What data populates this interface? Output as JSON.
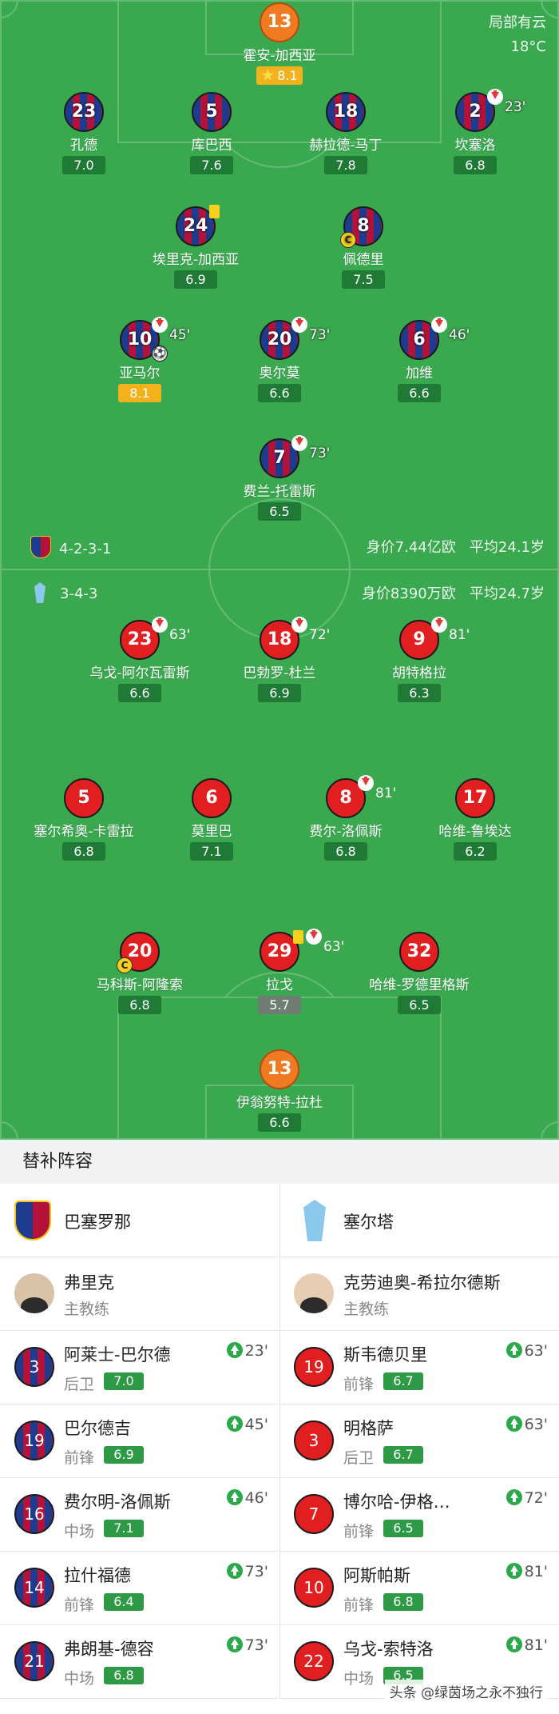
{
  "weather": {
    "line1": "局部有云",
    "line2": "18°C"
  },
  "home": {
    "formation": "4-2-3-1",
    "value": "身价7.44亿欧",
    "avg_age": "平均24.1岁",
    "players": [
      {
        "num": "13",
        "name": "霍安-加西亚",
        "rating": "8.1",
        "rating_style": "gold-star"
      },
      {
        "num": "23",
        "name": "孔德",
        "rating": "7.0"
      },
      {
        "num": "5",
        "name": "库巴西",
        "rating": "7.6"
      },
      {
        "num": "18",
        "name": "赫拉德-马丁",
        "rating": "7.8"
      },
      {
        "num": "2",
        "name": "坎塞洛",
        "rating": "6.8",
        "sub_out": "23'"
      },
      {
        "num": "24",
        "name": "埃里克-加西亚",
        "rating": "6.9",
        "yellow": true
      },
      {
        "num": "8",
        "name": "佩德里",
        "rating": "7.5",
        "captain": "C"
      },
      {
        "num": "10",
        "name": "亚马尔",
        "rating": "8.1",
        "sub_out": "45'",
        "goal": "⚽",
        "rating_style": "gold"
      },
      {
        "num": "20",
        "name": "奥尔莫",
        "rating": "6.6",
        "sub_out": "73'"
      },
      {
        "num": "6",
        "name": "加维",
        "rating": "6.6",
        "sub_out": "46'"
      },
      {
        "num": "7",
        "name": "费兰-托雷斯",
        "rating": "6.5",
        "sub_out": "73'"
      }
    ]
  },
  "away": {
    "formation": "3-4-3",
    "value": "身价8390万欧",
    "avg_age": "平均24.7岁",
    "players": [
      {
        "num": "23",
        "name": "乌戈-阿尔瓦雷斯",
        "rating": "6.6",
        "sub_out": "63'"
      },
      {
        "num": "18",
        "name": "巴勃罗-杜兰",
        "rating": "6.9",
        "sub_out": "72'"
      },
      {
        "num": "9",
        "name": "胡特格拉",
        "rating": "6.3",
        "sub_out": "81'"
      },
      {
        "num": "5",
        "name": "塞尔希奥-卡雷拉",
        "rating": "6.8"
      },
      {
        "num": "6",
        "name": "莫里巴",
        "rating": "7.1"
      },
      {
        "num": "8",
        "name": "费尔-洛佩斯",
        "rating": "6.8",
        "sub_out": "81'"
      },
      {
        "num": "17",
        "name": "哈维-鲁埃达",
        "rating": "6.2"
      },
      {
        "num": "20",
        "name": "马科斯-阿隆索",
        "rating": "6.8",
        "captain": "C"
      },
      {
        "num": "29",
        "name": "拉戈",
        "rating": "5.7",
        "sub_out": "63'",
        "yellow": true,
        "rating_style": "grey"
      },
      {
        "num": "32",
        "name": "哈维-罗德里格斯",
        "rating": "6.5"
      },
      {
        "num": "13",
        "name": "伊翁努特-拉杜",
        "rating": "6.6"
      }
    ]
  },
  "subs": {
    "title": "替补阵容",
    "home_team": "巴塞罗那",
    "away_team": "塞尔塔",
    "home_coach": {
      "name": "弗里克",
      "role": "主教练"
    },
    "away_coach": {
      "name": "克劳迪奥-希拉尔德斯",
      "role": "主教练"
    },
    "home": [
      {
        "num": "3",
        "name": "阿莱士-巴尔德",
        "pos": "后卫",
        "rating": "7.0",
        "in": "23'"
      },
      {
        "num": "19",
        "name": "巴尔德吉",
        "pos": "前锋",
        "rating": "6.9",
        "in": "45'"
      },
      {
        "num": "16",
        "name": "费尔明-洛佩斯",
        "pos": "中场",
        "rating": "7.1",
        "in": "46'"
      },
      {
        "num": "14",
        "name": "拉什福德",
        "pos": "前锋",
        "rating": "6.4",
        "in": "73'"
      },
      {
        "num": "21",
        "name": "弗朗基-德容",
        "pos": "中场",
        "rating": "6.8",
        "in": "73'"
      }
    ],
    "away": [
      {
        "num": "19",
        "name": "斯韦德贝里",
        "pos": "前锋",
        "rating": "6.7",
        "in": "63'"
      },
      {
        "num": "3",
        "name": "明格萨",
        "pos": "后卫",
        "rating": "6.7",
        "in": "63'"
      },
      {
        "num": "7",
        "name": "博尔哈-伊格…",
        "pos": "前锋",
        "rating": "6.5",
        "in": "72'"
      },
      {
        "num": "10",
        "name": "阿斯帕斯",
        "pos": "前锋",
        "rating": "6.8",
        "in": "81'"
      },
      {
        "num": "22",
        "name": "乌戈-索特洛",
        "pos": "中场",
        "rating": "6.5",
        "in": "81'"
      }
    ]
  },
  "watermark": "头条 @绿茵场之永不独行"
}
